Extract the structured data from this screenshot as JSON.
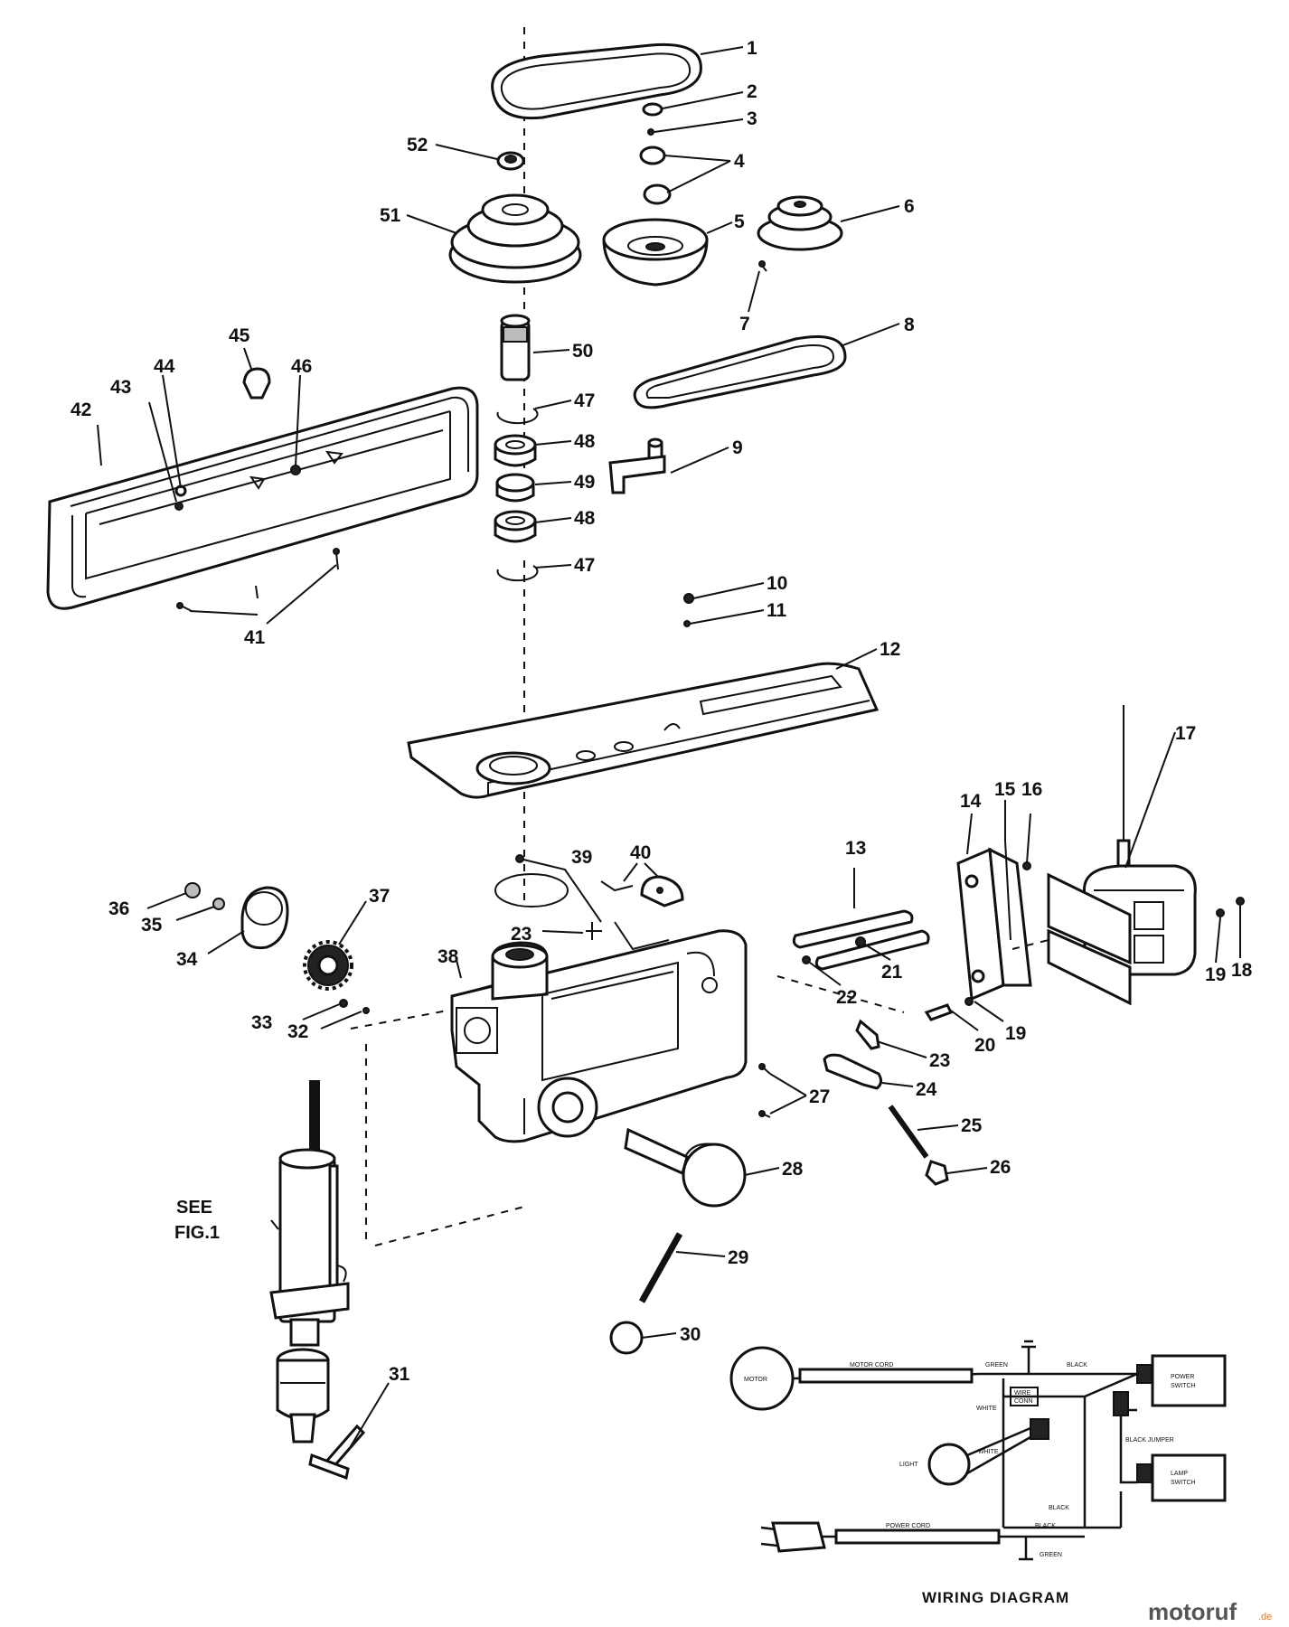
{
  "callouts": [
    {
      "id": "1",
      "text": "1"
    },
    {
      "id": "2",
      "text": "2"
    },
    {
      "id": "3",
      "text": "3"
    },
    {
      "id": "4",
      "text": "4"
    },
    {
      "id": "5",
      "text": "5"
    },
    {
      "id": "6",
      "text": "6"
    },
    {
      "id": "7",
      "text": "7"
    },
    {
      "id": "8",
      "text": "8"
    },
    {
      "id": "9",
      "text": "9"
    },
    {
      "id": "10",
      "text": "10"
    },
    {
      "id": "11",
      "text": "11"
    },
    {
      "id": "12",
      "text": "12"
    },
    {
      "id": "13",
      "text": "13"
    },
    {
      "id": "14",
      "text": "14"
    },
    {
      "id": "15",
      "text": "15"
    },
    {
      "id": "16",
      "text": "16"
    },
    {
      "id": "17",
      "text": "17"
    },
    {
      "id": "18",
      "text": "18"
    },
    {
      "id": "19a",
      "text": "19"
    },
    {
      "id": "19b",
      "text": "19"
    },
    {
      "id": "20",
      "text": "20"
    },
    {
      "id": "21",
      "text": "21"
    },
    {
      "id": "22",
      "text": "22"
    },
    {
      "id": "23a",
      "text": "23"
    },
    {
      "id": "23b",
      "text": "23"
    },
    {
      "id": "24",
      "text": "24"
    },
    {
      "id": "25",
      "text": "25"
    },
    {
      "id": "26",
      "text": "26"
    },
    {
      "id": "27",
      "text": "27"
    },
    {
      "id": "28",
      "text": "28"
    },
    {
      "id": "29",
      "text": "29"
    },
    {
      "id": "30",
      "text": "30"
    },
    {
      "id": "31",
      "text": "31"
    },
    {
      "id": "32",
      "text": "32"
    },
    {
      "id": "33",
      "text": "33"
    },
    {
      "id": "34",
      "text": "34"
    },
    {
      "id": "35",
      "text": "35"
    },
    {
      "id": "36",
      "text": "36"
    },
    {
      "id": "37",
      "text": "37"
    },
    {
      "id": "38",
      "text": "38"
    },
    {
      "id": "39",
      "text": "39"
    },
    {
      "id": "40",
      "text": "40"
    },
    {
      "id": "41",
      "text": "41"
    },
    {
      "id": "42",
      "text": "42"
    },
    {
      "id": "43",
      "text": "43"
    },
    {
      "id": "44",
      "text": "44"
    },
    {
      "id": "45",
      "text": "45"
    },
    {
      "id": "46",
      "text": "46"
    },
    {
      "id": "47a",
      "text": "47"
    },
    {
      "id": "47b",
      "text": "47"
    },
    {
      "id": "48a",
      "text": "48"
    },
    {
      "id": "48b",
      "text": "48"
    },
    {
      "id": "49",
      "text": "49"
    },
    {
      "id": "50",
      "text": "50"
    },
    {
      "id": "51",
      "text": "51"
    },
    {
      "id": "52",
      "text": "52"
    }
  ],
  "see_fig": {
    "line1": "SEE",
    "line2": "FIG.1"
  },
  "wiring_diagram": {
    "title": "WIRING DIAGRAM"
  },
  "watermark": {
    "brand": "motoruf",
    "suffix": ".de"
  }
}
